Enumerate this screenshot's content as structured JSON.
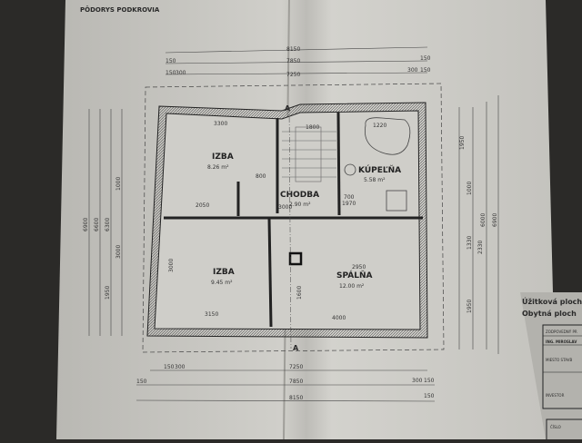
{
  "title": "PÔDORYS PODKROVIA",
  "section_mark": "A",
  "top_dims": {
    "overall": "8150",
    "mid": "7850",
    "inner": "7250",
    "left1": "150",
    "left2a": "150",
    "left2b": "300",
    "right1": "150",
    "right2a": "300",
    "right2b": "150"
  },
  "bottom_dims": {
    "overall": "8150",
    "mid": "7850",
    "inner": "7250",
    "left1": "150",
    "left2a": "150",
    "left2b": "300",
    "right1": "150",
    "right2a": "300",
    "right2b": "150"
  },
  "left_dims": [
    "6900",
    "6600",
    "6300",
    "3000",
    "1950",
    "1000"
  ],
  "right_dims": [
    "6900",
    "6000",
    "1950",
    "1000",
    "1330",
    "2330",
    "1950"
  ],
  "rooms": [
    {
      "name": "IZBA",
      "area": "8.26 m²"
    },
    {
      "name": "CHODBA",
      "area": "2.90 m²"
    },
    {
      "name": "KÚPEĽŇA",
      "area": "5.58 m²"
    },
    {
      "name": "IZBA",
      "area": "9.45 m²"
    },
    {
      "name": "SPÁLŇA",
      "area": "12.00 m²"
    }
  ],
  "inner_dims": {
    "d3300": "3300",
    "d1800": "1800",
    "d1220": "1220",
    "d2050": "2050",
    "d3150": "3150",
    "d4000": "4000",
    "d2950": "2950",
    "d3000a": "3000",
    "d3000b": "3000",
    "d1600": "1600",
    "d700": "700",
    "d1970": "1970",
    "d800": "800"
  },
  "title_block": {
    "usable": "Úžitková ploch",
    "living": "Obytná ploch",
    "responsible": "ZODPOVEDNÝ PR",
    "engineer": "ING. MIROSLAV",
    "site": "MIESTO STAVB",
    "investor": "INVESTOR",
    "number": "ČÍSLO"
  }
}
